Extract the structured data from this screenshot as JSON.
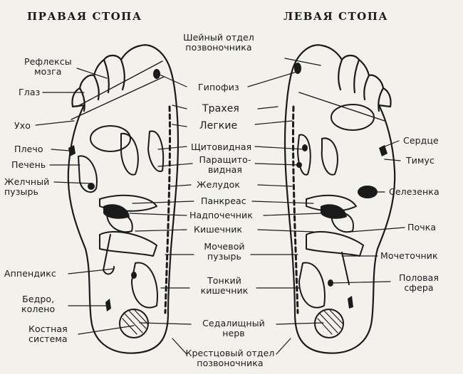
{
  "titles": {
    "right_foot": "ПРАВАЯ СТОПА",
    "left_foot": "ЛЕВАЯ СТОПА"
  },
  "labels_left_side": {
    "brain_reflexes": "Рефлексы\nмозга",
    "eye": "Глаз",
    "ear": "Ухо",
    "shoulder": "Плечо",
    "liver": "Печень",
    "gallbladder": "Желчный\nпузырь",
    "appendix": "Аппендикс",
    "hip_knee": "Бедро,\nколено",
    "bone_system": "Костная\nсистема"
  },
  "labels_center": {
    "cervical_spine": "Шейный отдел\nпозвоночника",
    "pituitary": "Гипофиз",
    "trachea": "Трахея",
    "lungs": "Легкие",
    "thyroid": "Щитовидная",
    "parathyroid": "Паращито-\nвидная",
    "stomach": "Желудок",
    "pancreas": "Панкреас",
    "adrenal": "Надпочечник",
    "intestine": "Кишечник",
    "bladder": "Мочевой\nпузырь",
    "small_intestine": "Тонкий\nкишечник",
    "sciatic_nerve": "Седалищный\nнерв",
    "sacral_spine": "Крестцовый отдел\nпозвоночника"
  },
  "labels_right_side": {
    "heart": "Сердце",
    "thymus": "Тимус",
    "spleen": "Селезенка",
    "kidney": "Почка",
    "ureter": "Мочеточник",
    "genital": "Половая\nсфера"
  }
}
